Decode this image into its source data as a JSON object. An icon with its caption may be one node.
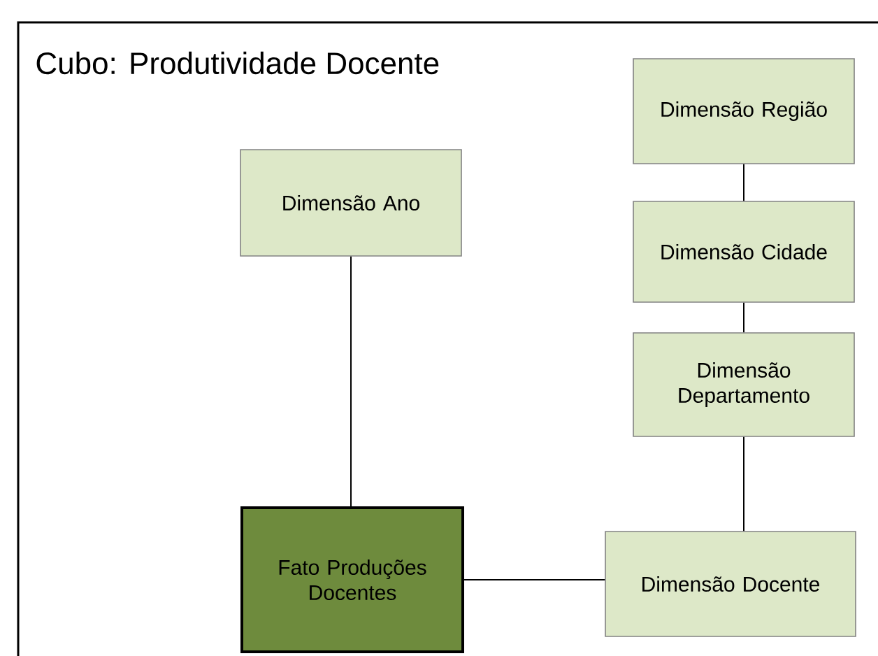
{
  "diagram": {
    "title": "Cubo: Produtividade Docente",
    "nodes": [
      {
        "text": [
          "Dimensão Região"
        ]
      },
      {
        "text": [
          "Dimensão Ano"
        ]
      },
      {
        "text": [
          "Dimensão Cidade"
        ]
      },
      {
        "text": [
          "Dimensão Departamento"
        ]
      },
      {
        "text": [
          "Fato Produções Docentes"
        ]
      },
      {
        "text": [
          "Dimensão Docente"
        ]
      }
    ],
    "edges": [
      {
        "from": 1,
        "to": 4,
        "arrow": "none"
      },
      {
        "from": 4,
        "to": 5,
        "arrow": "none"
      },
      {
        "from": 0,
        "to": 2,
        "arrow": "none"
      },
      {
        "from": 2,
        "to": 3,
        "arrow": "none"
      },
      {
        "from": 3,
        "to": 5,
        "arrow": "none"
      }
    ]
  }
}
